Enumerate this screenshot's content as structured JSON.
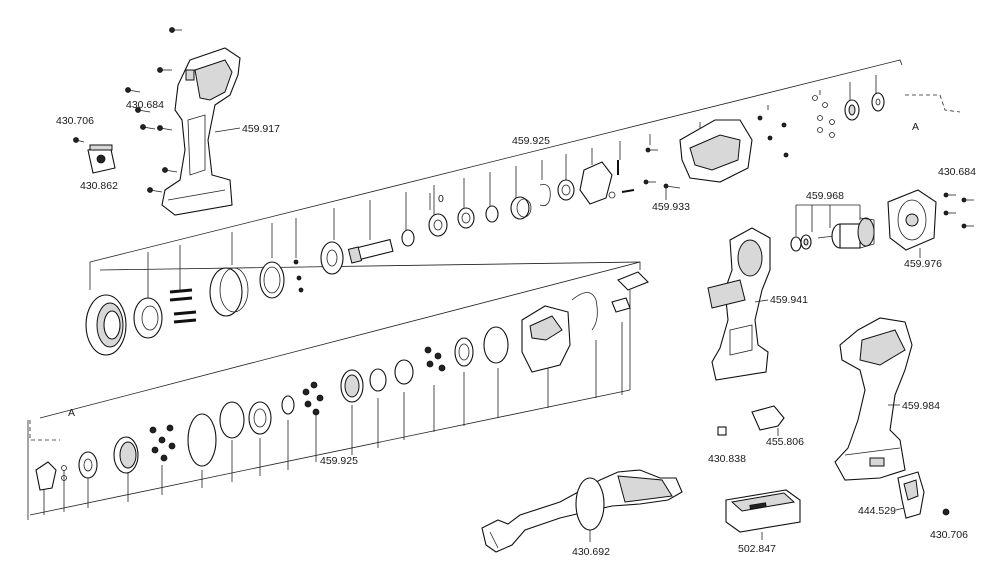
{
  "labels": {
    "p430_706_a": "430.706",
    "p430_684_a": "430.684",
    "p459_917": "459.917",
    "p430_862": "430.862",
    "p459_925_top": "459.925",
    "ref_a_top": "A",
    "p459_933": "459.933",
    "p459_968": "459.968",
    "p430_684_b": "430.684",
    "p459_976": "459.976",
    "p459_941": "459.941",
    "p459_984": "459.984",
    "ref_a_bottom": "A",
    "p459_925_bottom": "459.925",
    "p455_806": "455.806",
    "p430_838": "430.838",
    "p444_529": "444.529",
    "p430_706_b": "430.706",
    "p430_692": "430.692",
    "p502_847": "502.847",
    "zero_mark": "0"
  },
  "colors": {
    "line": "#222222",
    "fill": "#ffffff",
    "shade": "#d8d8d8"
  }
}
